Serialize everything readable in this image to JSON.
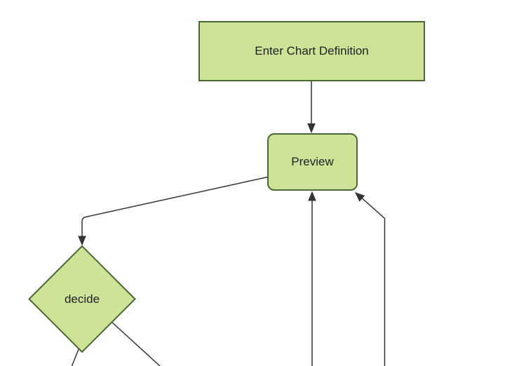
{
  "diagram": {
    "type": "flowchart-top-down",
    "background_color": "#ffffff",
    "colors": {
      "node_fill": "#cde498",
      "node_border": "#4a6932",
      "edge_line": "#333333",
      "label_text": "#222222"
    },
    "nodes": [
      {
        "id": "enter-chart-definition",
        "label": "Enter Chart Definition",
        "shape": "rectangle"
      },
      {
        "id": "preview",
        "label": "Preview",
        "shape": "rounded-rectangle"
      },
      {
        "id": "decide",
        "label": "decide",
        "shape": "diamond"
      }
    ],
    "edges": [
      {
        "from": "enter-chart-definition",
        "to": "preview",
        "arrow": "true"
      },
      {
        "from": "preview",
        "to": "decide",
        "arrow": "true"
      },
      {
        "from": "offscreen-bottom",
        "to": "preview",
        "arrow": "true"
      },
      {
        "from": "offscreen-bottom-right",
        "to": "preview",
        "arrow": "true"
      },
      {
        "from": "decide",
        "to": "offscreen-bottom-left",
        "arrow": "not-visible"
      },
      {
        "from": "decide",
        "to": "offscreen-bottom-right",
        "arrow": "not-visible"
      }
    ]
  }
}
